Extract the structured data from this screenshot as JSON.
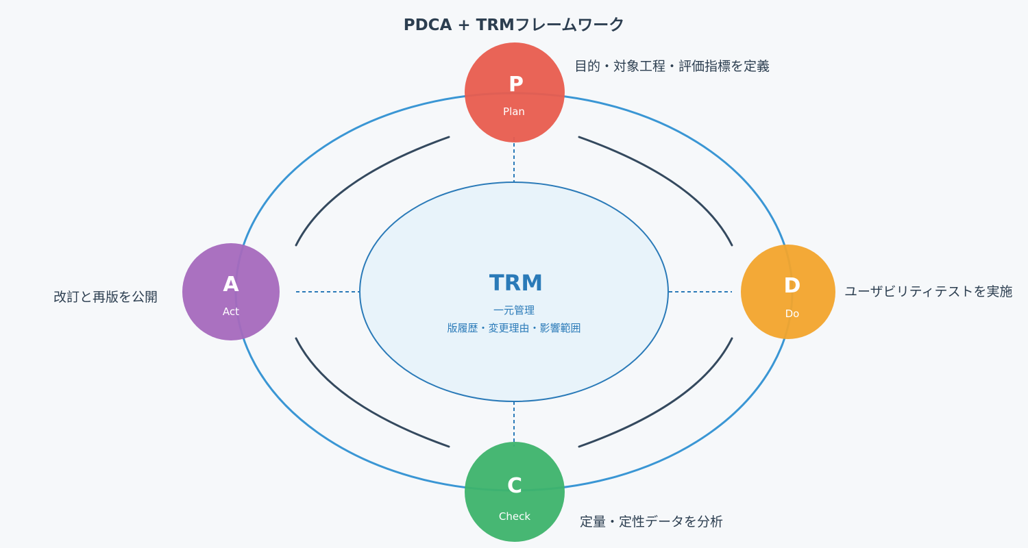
{
  "title": "PDCA + TRMフレームワーク",
  "center": {
    "title": "TRM",
    "line1": "一元管理",
    "line2": "版履歴・変更理由・影響範囲"
  },
  "nodes": {
    "plan": {
      "letter": "P",
      "label": "Plan",
      "description": "目的・対象工程・評価指標を定義",
      "color": "#e85c4e"
    },
    "do": {
      "letter": "D",
      "label": "Do",
      "description": "ユーザビリティテストを実施",
      "color": "#f2a42c"
    },
    "check": {
      "letter": "C",
      "label": "Check",
      "description": "定量・定性データを分析",
      "color": "#3db36c"
    },
    "act": {
      "letter": "A",
      "label": "Act",
      "description": "改訂と再版を公開",
      "color": "#a569bd"
    }
  },
  "colors": {
    "orbit": "#3a96d4",
    "arc": "#34495e",
    "center_fill": "#e8f3fa",
    "center_stroke": "#2a7ab8",
    "connector": "#2a7ab8"
  }
}
